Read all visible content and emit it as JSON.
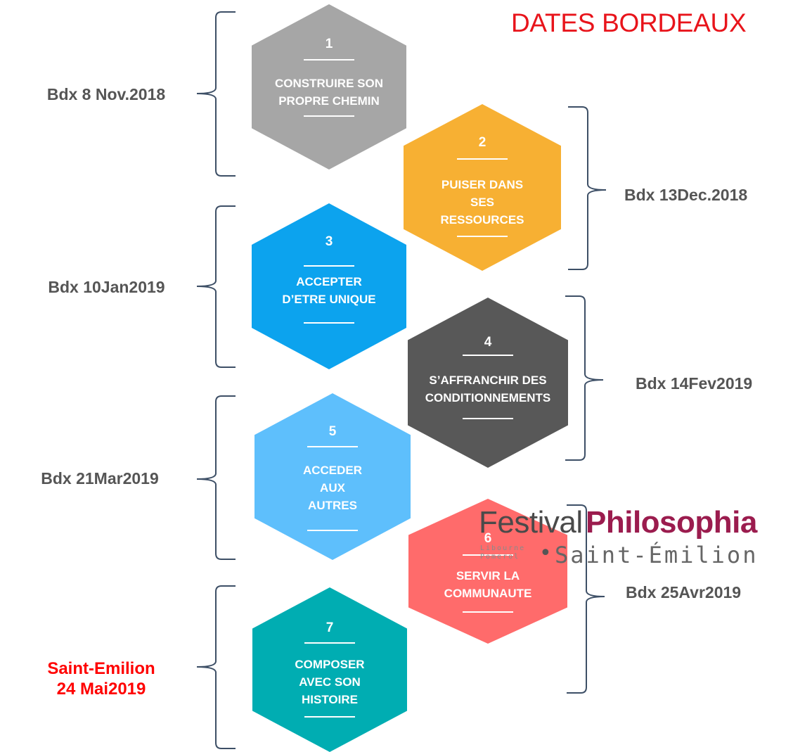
{
  "title": "DATES BORDEAUX",
  "steps": [
    {
      "number": "1",
      "label": "CONSTRUIRE SON\nPROPRE CHEMIN",
      "color": "#a6a6a6"
    },
    {
      "number": "2",
      "label": "PUISER DANS\nSES\nRESSOURCES",
      "color": "#f7b033"
    },
    {
      "number": "3",
      "label": "ACCEPTER\nD’ETRE UNIQUE",
      "color": "#0ca3ee"
    },
    {
      "number": "4",
      "label": "S’AFFRANCHIR DES\nCONDITIONNEMENTS",
      "color": "#585858"
    },
    {
      "number": "5",
      "label": "ACCEDER\nAUX\nAUTRES",
      "color": "#5ebffc"
    },
    {
      "number": "6",
      "label": "SERVIR LA\nCOMMUNAUTE",
      "color": "#ff6b6b"
    },
    {
      "number": "7",
      "label": "COMPOSER\nAVEC SON\nHISTOIRE",
      "color": "#00adb2"
    }
  ],
  "dates": [
    {
      "text": "Bdx 8 Nov.2018",
      "side": "left"
    },
    {
      "text": "Bdx 13Dec.2018",
      "side": "right"
    },
    {
      "text": "Bdx 10Jan2019",
      "side": "left"
    },
    {
      "text": "Bdx 14Fev2019",
      "side": "right"
    },
    {
      "text": "Bdx 21Mar2019",
      "side": "left"
    },
    {
      "text": "Bdx 25Avr2019",
      "side": "right"
    },
    {
      "text": "Saint-Emilion\n24 Mai2019",
      "side": "left",
      "highlight": true
    }
  ],
  "logo": {
    "festival": "Festival",
    "philosophia": "Philosophia",
    "libourne": "Libourne",
    "pomerol": "Pomerol",
    "dot": "•",
    "saint_emilion": "Saint-Émilion"
  },
  "colors": {
    "title": "#e8141b",
    "date_text": "#555555",
    "highlight_text": "#ff0000",
    "bracket": "#3d4f66",
    "logo_dark": "#4a4a4a",
    "logo_brand": "#9b1c4e"
  }
}
